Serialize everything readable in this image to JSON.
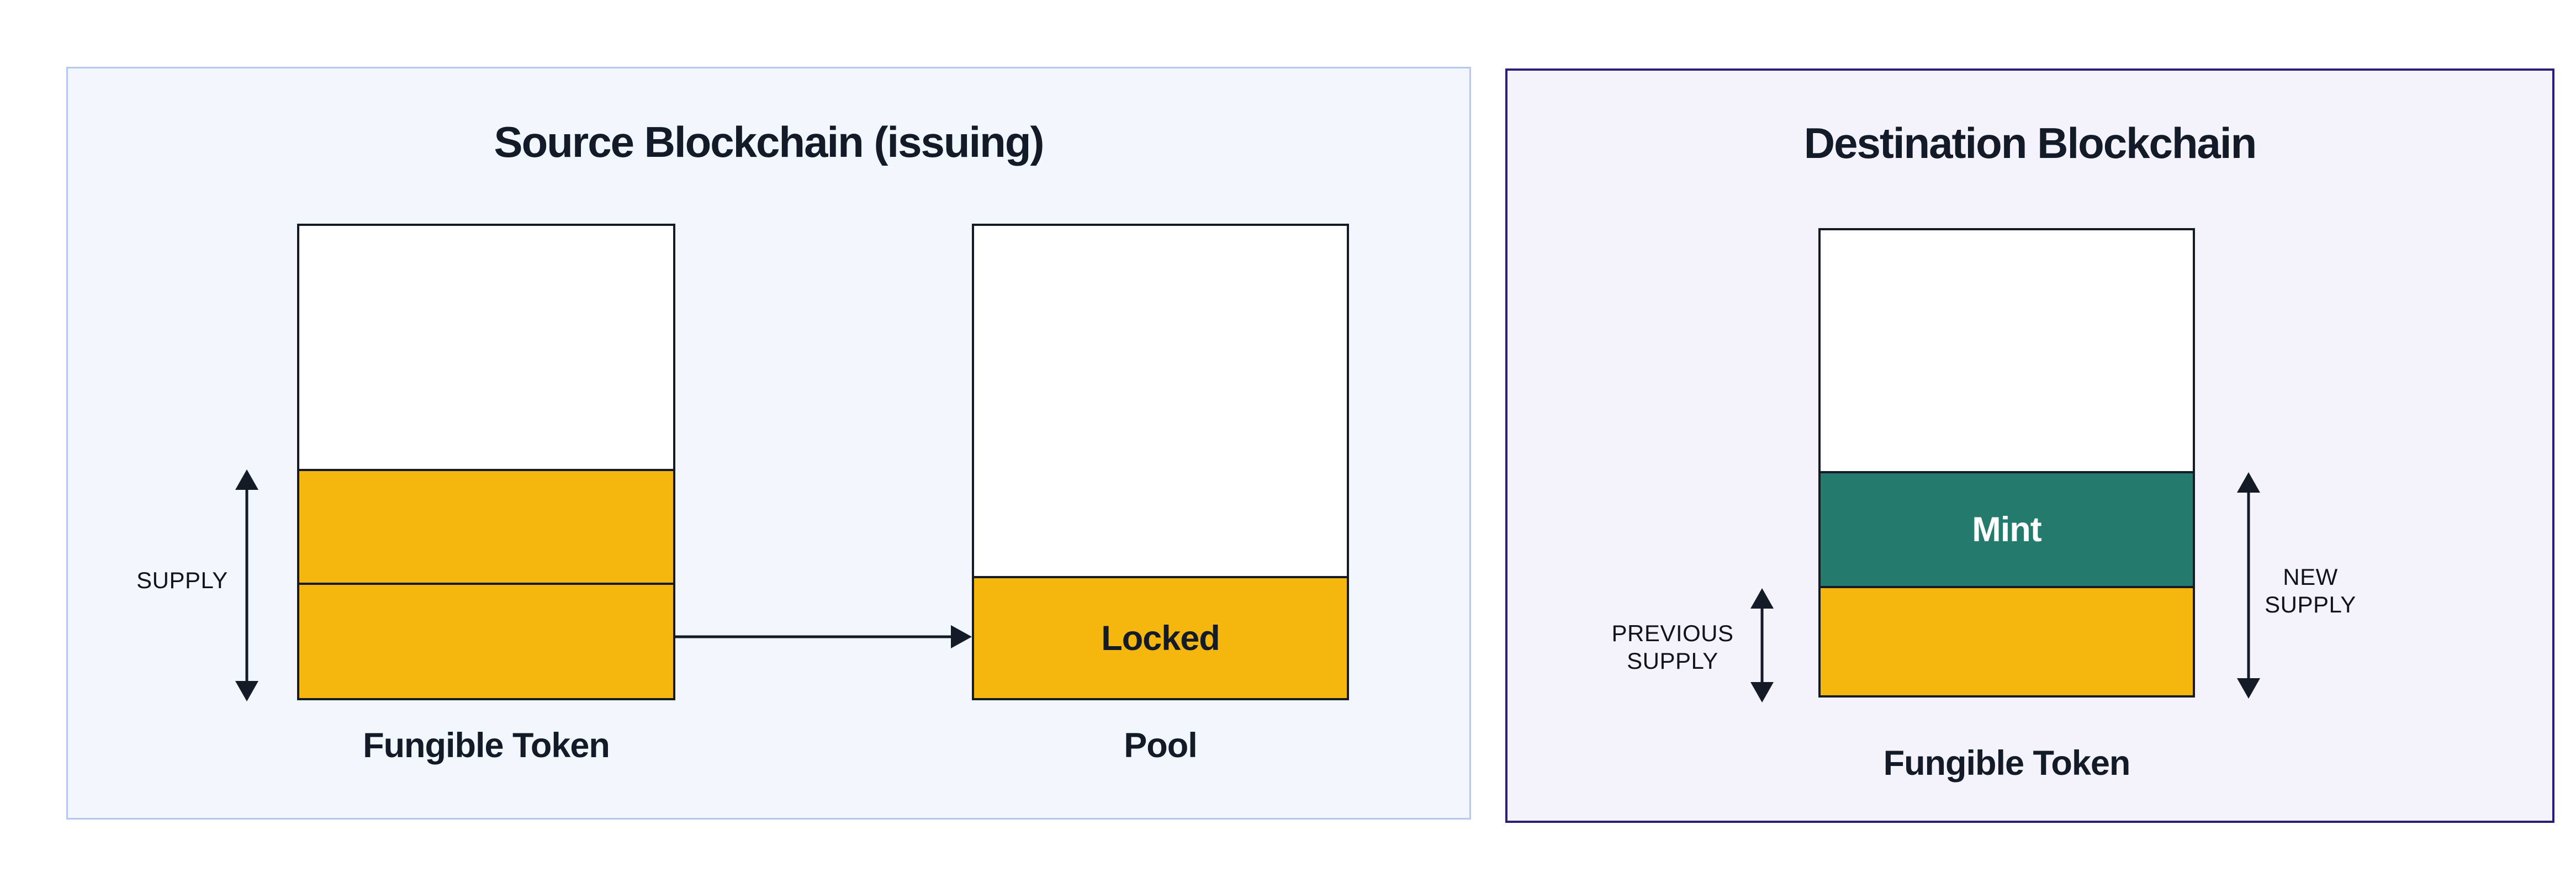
{
  "colors": {
    "page_bg": "#ffffff",
    "source_panel_bg": "#f2f6fd",
    "source_panel_border": "#b5c9f0",
    "dest_panel_bg": "#f4f3fc",
    "dest_panel_border": "#2e1e78",
    "token_yellow": "#f5b70e",
    "mint_teal": "#247a6d",
    "line_dark": "#141a26",
    "label_dark": "#131a28",
    "mint_text": "#ffffff"
  },
  "source_panel": {
    "title": "Source Blockchain (issuing)",
    "supply": {
      "label": "SUPPLY",
      "arrow_icon": "double-headed-vertical-arrow"
    },
    "fungible_token_bar": {
      "label": "Fungible Token"
    },
    "pool_bar": {
      "label": "Pool",
      "locked_label": "Locked"
    },
    "transfer_arrow_icon": "arrow-right"
  },
  "destination_panel": {
    "title": "Destination Blockchain",
    "previous_supply": {
      "line1": "PREVIOUS",
      "line2": "SUPPLY",
      "arrow_icon": "double-headed-vertical-arrow"
    },
    "new_supply": {
      "line1": "NEW",
      "line2": "SUPPLY",
      "arrow_icon": "double-headed-vertical-arrow"
    },
    "bar": {
      "mint_label": "Mint",
      "label": "Fungible Token"
    }
  }
}
